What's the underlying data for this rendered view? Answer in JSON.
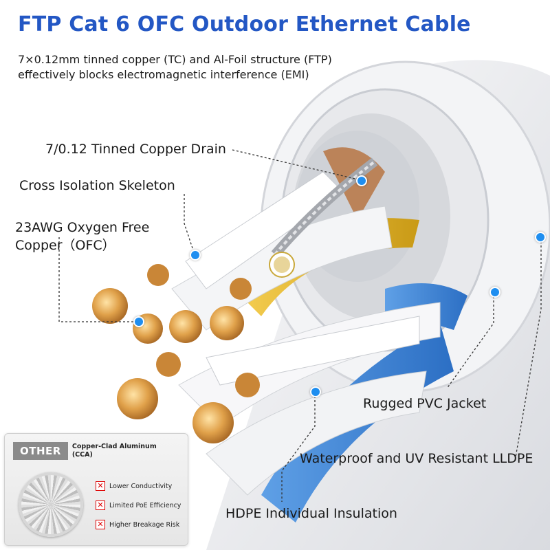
{
  "title": "FTP Cat 6 OFC Outdoor Ethernet Cable",
  "subtitle": {
    "line1": "7×0.12mm tinned copper (TC) and Al-Foil structure (FTP)",
    "line2": "effectively blocks electromagnetic interference (EMI)"
  },
  "callouts": {
    "drain": "7/0.12 Tinned Copper Drain",
    "skeleton": "Cross Isolation Skeleton",
    "ofc_line1": "23AWG Oxygen Free",
    "ofc_line2": "Copper（OFC）",
    "pvc": "Rugged PVC Jacket",
    "lldpe": "Waterproof and UV Resistant LLDPE",
    "hdpe": "HDPE Individual Insulation"
  },
  "comparison": {
    "badge": "OTHER",
    "title": "Copper-Clad Aluminum (CCA)",
    "items": [
      "Lower Conductivity",
      "Limited PoE Efficiency",
      "Higher Breakage Risk"
    ],
    "mark": "✕"
  },
  "colors": {
    "title": "#2357c4",
    "dot": "#1e8ef0",
    "copper": "#c8822e",
    "jacket": "#e9eaec"
  }
}
